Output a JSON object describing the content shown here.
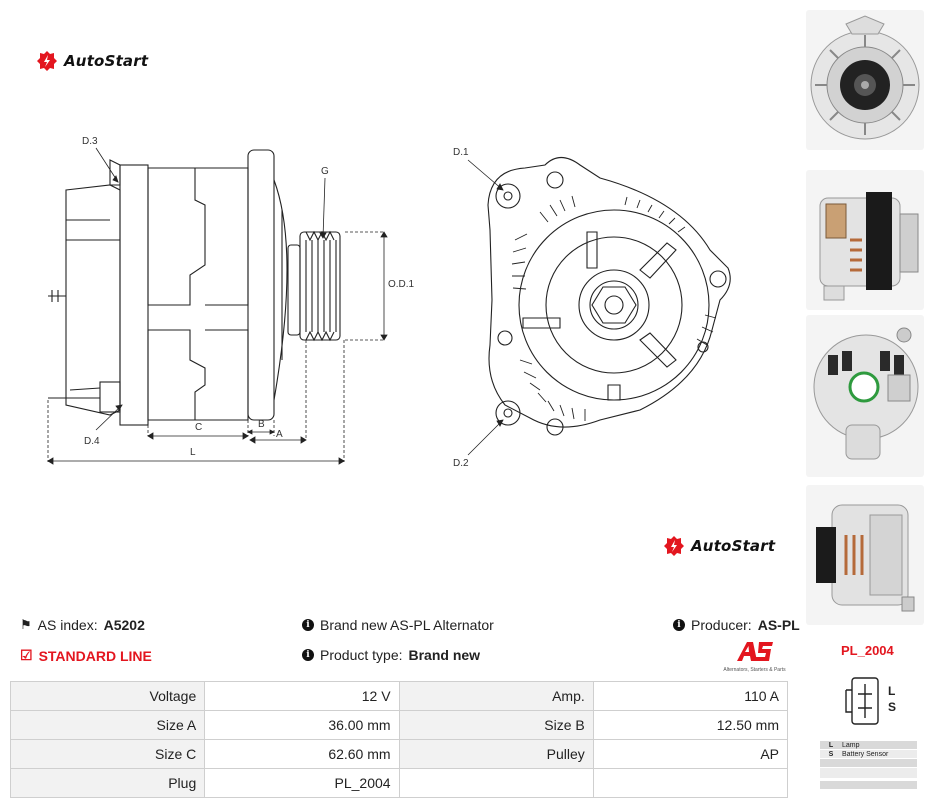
{
  "brand": {
    "name": "AutoStart",
    "color": "#e3161f"
  },
  "drawing": {
    "labels": {
      "d3": "D.3",
      "d4": "D.4",
      "g": "G",
      "od1": "O.D.1",
      "c": "C",
      "b": "B",
      "a": "A",
      "l": "L",
      "d1": "D.1",
      "d2": "D.2"
    }
  },
  "photos": [
    {
      "name": "front-view",
      "icon": "alternator-front-photo"
    },
    {
      "name": "side-view",
      "icon": "alternator-side-photo"
    },
    {
      "name": "rear-view",
      "icon": "alternator-rear-photo"
    },
    {
      "name": "angled-view",
      "icon": "alternator-angled-photo"
    }
  ],
  "info": {
    "as_index_label": "AS index:",
    "as_index_value": "A5202",
    "standard_line": "STANDARD LINE",
    "brand_new_text": "Brand new AS-PL Alternator",
    "product_type_label": "Product type:",
    "product_type_value": "Brand new",
    "producer_label": "Producer:",
    "producer_value": "AS-PL",
    "as_logo_tagline": "Alternators, Starters & Parts"
  },
  "specs": [
    {
      "label": "Voltage",
      "value": "12 V",
      "label2": "Amp.",
      "value2": "110 A"
    },
    {
      "label": "Size A",
      "value": "36.00 mm",
      "label2": "Size B",
      "value2": "12.50 mm"
    },
    {
      "label": "Size C",
      "value": "62.60 mm",
      "label2": "Pulley",
      "value2": "AP"
    },
    {
      "label": "Plug",
      "value": "PL_2004",
      "label2": "",
      "value2": ""
    }
  ],
  "plug": {
    "code": "PL_2004",
    "pins": [
      "L",
      "S"
    ],
    "legend": [
      {
        "key": "L",
        "desc": "Lamp"
      },
      {
        "key": "S",
        "desc": "Battery Sensor"
      },
      {
        "key": "",
        "desc": ""
      },
      {
        "key": "",
        "desc": ""
      },
      {
        "key": "",
        "desc": ""
      }
    ]
  }
}
